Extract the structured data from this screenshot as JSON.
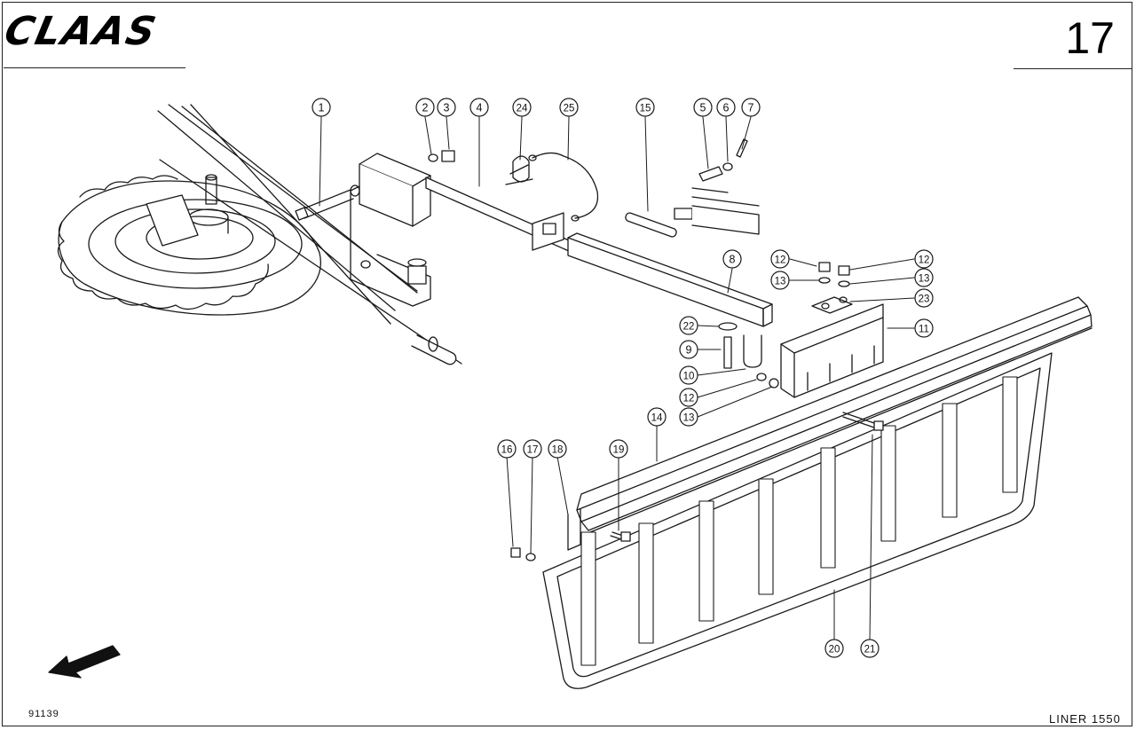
{
  "header": {
    "logo": "CLAAS",
    "page_number": "17"
  },
  "footer": {
    "drawing_number": "91139",
    "model": "LINER 1550"
  },
  "callouts": [
    "1",
    "2",
    "3",
    "4",
    "24",
    "25",
    "15",
    "5",
    "6",
    "7",
    "8",
    "12",
    "13",
    "12",
    "13",
    "23",
    "22",
    "9",
    "11",
    "10",
    "12",
    "13",
    "14",
    "16",
    "17",
    "18",
    "19",
    "20",
    "21"
  ]
}
